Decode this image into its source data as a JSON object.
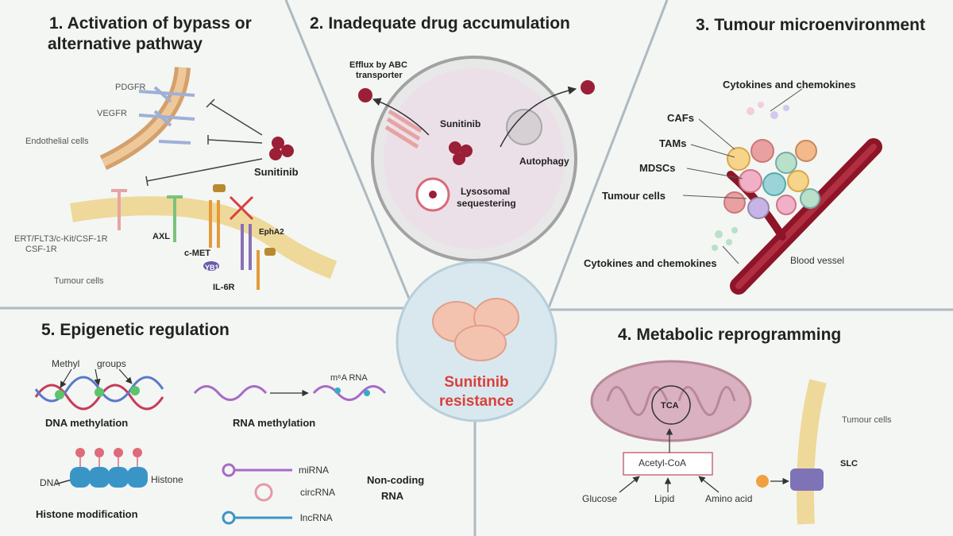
{
  "colors": {
    "background": "#f3f6f3",
    "divider": "#aeb9c1",
    "title_text": "#222222",
    "resistance_red": "#d9403a",
    "drug_dark_red": "#9a1f37",
    "vessel_red": "#8e1527",
    "membrane_tan": "#e8cf8f",
    "panel2_cell": "#ece0e8",
    "center_circle": "#d9e8ef",
    "mitochondrion": "#d9b1c0"
  },
  "icons": [
    "drug-molecule-icon",
    "receptor-icon",
    "inhibitor-cross-icon",
    "efflux-transporter-icon",
    "lysosome-icon",
    "autophagosome-icon",
    "tumour-cell-cluster-icon",
    "blood-vessel-icon",
    "dna-helix-icon",
    "rna-strand-icon",
    "nucleosome-icon",
    "mitochondrion-icon",
    "slc-transporter-icon"
  ],
  "panel1": {
    "title_line1": "1. Activation of bypass or",
    "title_line2": "alternative pathway",
    "pdgfr": "PDGFR",
    "vegfr": "VEGFR",
    "endothelial": "Endothelial cells",
    "sunitinib": "Sunitinib",
    "ert": "ERT/FLT3/c-Kit/CSF-1R",
    "csf": "CSF-1R",
    "axl": "AXL",
    "cmet": "c-MET",
    "epha2": "EphA2",
    "yb1": "YB1",
    "il6r": "IL-6R",
    "tumour": "Tumour cells"
  },
  "panel2": {
    "title": "2. Inadequate drug accumulation",
    "efflux_line1": "Efflux by ABC",
    "efflux_line2": "transporter",
    "sunitinib": "Sunitinib",
    "autophagy": "Autophagy",
    "lyso_line1": "Lysosomal",
    "lyso_line2": "sequestering"
  },
  "panel3": {
    "title": "3. Tumour microenvironment",
    "cyto_top": "Cytokines and chemokines",
    "cafs": "CAFs",
    "tams": "TAMs",
    "mdscs": "MDSCs",
    "tumour": "Tumour cells",
    "cyto_bottom": "Cytokines and chemokines",
    "vessel": "Blood vessel"
  },
  "panel4": {
    "title": "4. Metabolic reprogramming",
    "tca": "TCA",
    "acetyl": "Acetyl-CoA",
    "glucose": "Glucose",
    "lipid": "Lipid",
    "amino": "Amino acid",
    "tumour": "Tumour cells",
    "slc": "SLC"
  },
  "panel5": {
    "title": "5. Epigenetic regulation",
    "methyl": "Methyl",
    "groups": "groups",
    "m6a": "m⁶A RNA",
    "dna_meth": "DNA methylation",
    "rna_meth": "RNA methylation",
    "dna": "DNA",
    "histone": "Histone",
    "histone_mod": "Histone modification",
    "mirna": "miRNA",
    "circrna": "circRNA",
    "lncrna": "lncRNA",
    "noncoding_line1": "Non-coding",
    "noncoding_line2": "RNA"
  },
  "center": {
    "line1": "Sunitinib",
    "line2": "resistance"
  }
}
